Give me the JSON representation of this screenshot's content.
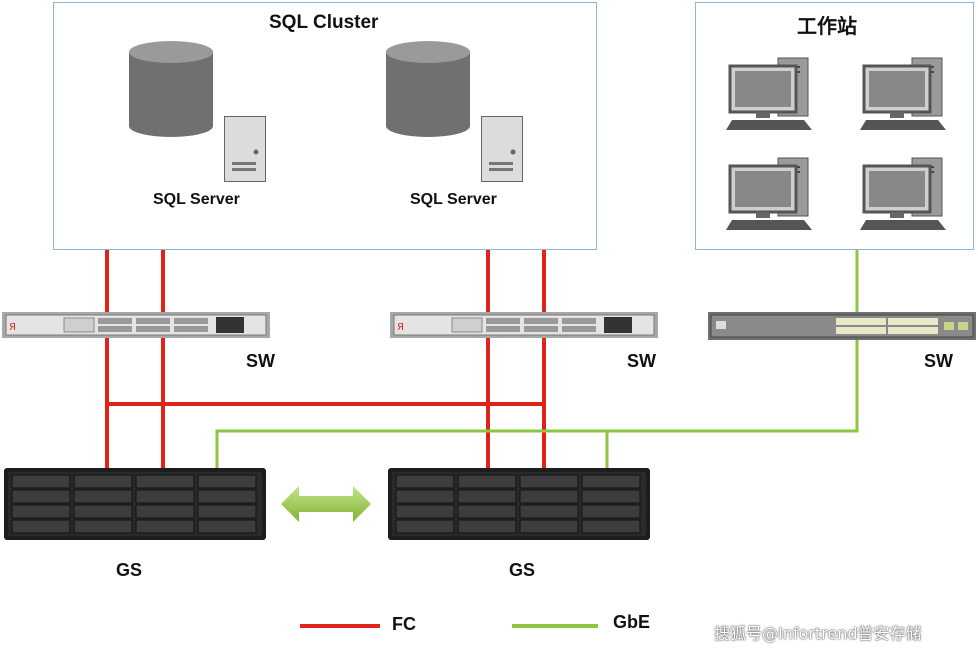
{
  "cluster": {
    "title": "SQL Cluster",
    "servers": [
      "SQL Server",
      "SQL Server"
    ]
  },
  "workstation_group": {
    "title": "工作站",
    "count": 4
  },
  "switches": [
    "SW",
    "SW",
    "SW"
  ],
  "storage": [
    "GS",
    "GS"
  ],
  "legend": {
    "fc": "FC",
    "gbe": "GbE"
  },
  "colors": {
    "fc": "#e2231a",
    "gbe": "#8dc63f",
    "frame": "#8fb4d9"
  },
  "watermark": "搜狐号@Infortrend普安存储"
}
